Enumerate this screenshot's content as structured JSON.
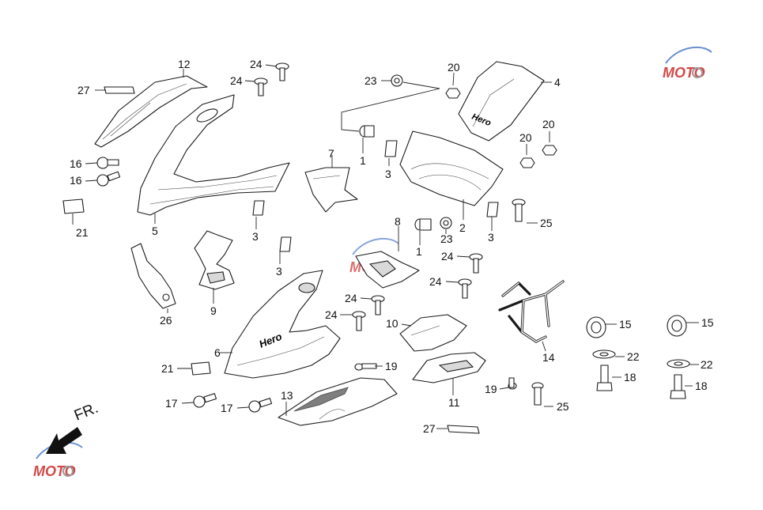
{
  "direction_label": "FR.",
  "watermark": {
    "brand": "MOTO",
    "color": "#d24a4a",
    "accent": "#6a8fd0"
  },
  "callouts": [
    {
      "id": "c12a",
      "text": "12"
    },
    {
      "id": "c27a",
      "text": "27"
    },
    {
      "id": "c24a",
      "text": "24"
    },
    {
      "id": "c24b",
      "text": "24"
    },
    {
      "id": "c16a",
      "text": "16"
    },
    {
      "id": "c16b",
      "text": "16"
    },
    {
      "id": "c21a",
      "text": "21"
    },
    {
      "id": "c5",
      "text": "5"
    },
    {
      "id": "c23a",
      "text": "23"
    },
    {
      "id": "c20a",
      "text": "20"
    },
    {
      "id": "c4",
      "text": "4"
    },
    {
      "id": "c20b",
      "text": "20"
    },
    {
      "id": "c20c",
      "text": "20"
    },
    {
      "id": "c7",
      "text": "7"
    },
    {
      "id": "c1a",
      "text": "1"
    },
    {
      "id": "c3a",
      "text": "3"
    },
    {
      "id": "c2",
      "text": "2"
    },
    {
      "id": "c3b",
      "text": "3"
    },
    {
      "id": "c3c",
      "text": "3"
    },
    {
      "id": "c8",
      "text": "8"
    },
    {
      "id": "c1b",
      "text": "1"
    },
    {
      "id": "c23b",
      "text": "23"
    },
    {
      "id": "c25a",
      "text": "25"
    },
    {
      "id": "c3d",
      "text": "3"
    },
    {
      "id": "c24c",
      "text": "24"
    },
    {
      "id": "c24d",
      "text": "24"
    },
    {
      "id": "c26",
      "text": "26"
    },
    {
      "id": "c9",
      "text": "9"
    },
    {
      "id": "c24e",
      "text": "24"
    },
    {
      "id": "c24f",
      "text": "24"
    },
    {
      "id": "c10",
      "text": "10"
    },
    {
      "id": "c15a",
      "text": "15"
    },
    {
      "id": "c15b",
      "text": "15"
    },
    {
      "id": "c14",
      "text": "14"
    },
    {
      "id": "c6",
      "text": "6"
    },
    {
      "id": "c22a",
      "text": "22"
    },
    {
      "id": "c22b",
      "text": "22"
    },
    {
      "id": "c21b",
      "text": "21"
    },
    {
      "id": "c19a",
      "text": "19"
    },
    {
      "id": "c18a",
      "text": "18"
    },
    {
      "id": "c18b",
      "text": "18"
    },
    {
      "id": "c19b",
      "text": "19"
    },
    {
      "id": "c11",
      "text": "11"
    },
    {
      "id": "c25b",
      "text": "25"
    },
    {
      "id": "c17a",
      "text": "17"
    },
    {
      "id": "c17b",
      "text": "17"
    },
    {
      "id": "c13",
      "text": "13"
    },
    {
      "id": "c27b",
      "text": "27"
    }
  ],
  "decals": {
    "cowl_logo": "Hero",
    "visor_logo": "Hero"
  }
}
